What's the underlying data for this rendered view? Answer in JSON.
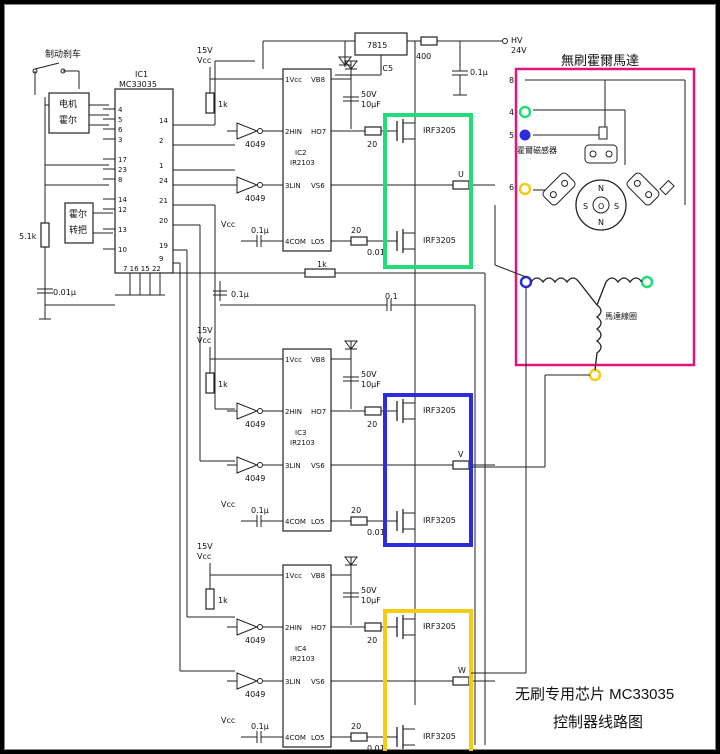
{
  "brake": {
    "label": "制动刹车",
    "motor_hall_top": "电机",
    "motor_hall_bottom": "霍尔",
    "hall_handle_top": "霍尔",
    "hall_handle_bottom": "转把"
  },
  "ic1": {
    "name": "IC1",
    "part": "MC33035",
    "left_pins": [
      "4",
      "5",
      "6",
      "3",
      "17",
      "23",
      "8",
      "14",
      "12",
      "13",
      "10"
    ],
    "right_pins": [
      "14",
      "2",
      "1",
      "24",
      "21",
      "20",
      "19",
      "9"
    ],
    "bottom_pins": "7  16 15 22"
  },
  "passives": {
    "r_5k1": "5.1k",
    "c_001": "0.01μ",
    "r_1k": "1k",
    "c_01u": "0.1μ",
    "r_20": "20",
    "r_400": "400",
    "c_50v": "50V",
    "c_10u": "10μF",
    "c_01": "0.1",
    "c_001b": "0.01"
  },
  "power": {
    "vcc15": "15V",
    "vcc": "Vcc",
    "hv": "HV",
    "hv_v": "24V",
    "reg": "7815",
    "reg_ic": "IC5"
  },
  "drivers": [
    {
      "ic": "IC2",
      "part": "IR2103",
      "inv": "4049",
      "pins": [
        "1Vcc",
        "VB8",
        "2HIN",
        "HO7",
        "3LIN",
        "VS6",
        "4COM",
        "LO5"
      ],
      "phase": "U"
    },
    {
      "ic": "IC3",
      "part": "IR2103",
      "inv": "4049",
      "pins": [
        "1Vcc",
        "VB8",
        "2HIN",
        "HO7",
        "3LIN",
        "VS6",
        "4COM",
        "LO5"
      ],
      "phase": "V"
    },
    {
      "ic": "IC4",
      "part": "IR2103",
      "inv": "4049",
      "pins": [
        "1Vcc",
        "VB8",
        "2HIN",
        "HO7",
        "3LIN",
        "VS6",
        "4COM",
        "LO5"
      ],
      "phase": "W"
    }
  ],
  "mosfet": "IRF3205",
  "motor": {
    "title": "無刷霍爾馬達",
    "pin8": "8",
    "pin4": "4",
    "pin5": "5",
    "pin6": "6",
    "hall_sensor": "霍爾磁感器",
    "coil": "馬達線圈",
    "n": "N",
    "s": "S",
    "o": "O"
  },
  "caption": {
    "line1": "无刷专用芯片 MC33035",
    "line2": "控制器线路图"
  },
  "colors": {
    "green": "#22dd77",
    "blue": "#2d2ddd",
    "yellow": "#f5cc10",
    "magenta": "#e0147a"
  }
}
